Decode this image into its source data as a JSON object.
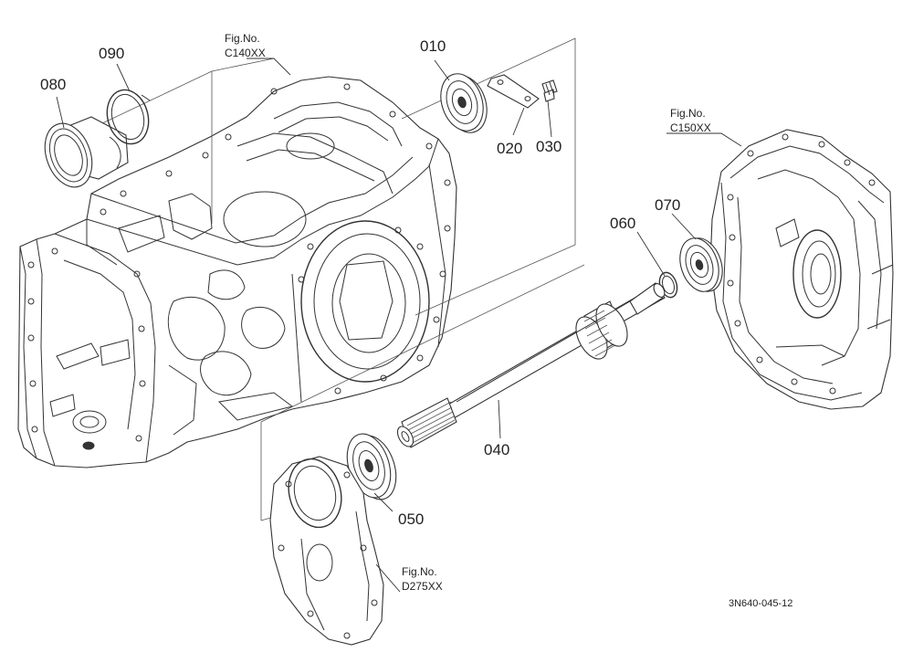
{
  "callouts": {
    "p010": "010",
    "p020": "020",
    "p030": "030",
    "p040": "040",
    "p050": "050",
    "p060": "060",
    "p070": "070",
    "p080": "080",
    "p090": "090"
  },
  "figure_refs": {
    "c140": {
      "line1": "Fig.No.",
      "line2": "C140XX"
    },
    "c150": {
      "line1": "Fig.No.",
      "line2": "C150XX"
    },
    "d275": {
      "line1": "Fig.No.",
      "line2": "D275XX"
    }
  },
  "drawing_number": "3N640-045-12"
}
